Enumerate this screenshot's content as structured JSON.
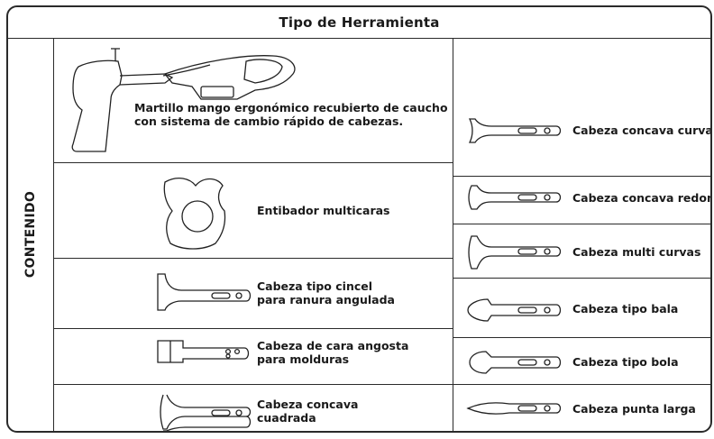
{
  "header": {
    "title": "Tipo de Herramienta"
  },
  "side_label": "CONTENIDO",
  "left_items": [
    {
      "line1": "Martillo mango ergonómico recubierto de caucho",
      "line2": "con sistema de cambio rápido de cabezas.",
      "icon": "hammer-icon"
    },
    {
      "line1": "Entibador multicaras",
      "line2": "",
      "icon": "multi-face-dolly-icon"
    },
    {
      "line1": "Cabeza tipo cincel",
      "line2": "para ranura angulada",
      "icon": "chisel-head-icon"
    },
    {
      "line1": "Cabeza de cara angosta",
      "line2": "para molduras",
      "icon": "narrow-face-head-icon"
    },
    {
      "line1": "Cabeza concava",
      "line2": "cuadrada",
      "icon": "concave-square-head-icon"
    }
  ],
  "right_items": [
    {
      "label": "Cabeza concava curvada",
      "icon": "concave-curved-head-icon"
    },
    {
      "label": "Cabeza concava redonda",
      "icon": "concave-round-head-icon"
    },
    {
      "label": "Cabeza multi curvas",
      "icon": "multi-curve-head-icon"
    },
    {
      "label": "Cabeza tipo bala",
      "icon": "bullet-head-icon"
    },
    {
      "label": "Cabeza tipo bola",
      "icon": "ball-head-icon"
    },
    {
      "label": "Cabeza punta larga",
      "icon": "long-point-head-icon"
    }
  ]
}
